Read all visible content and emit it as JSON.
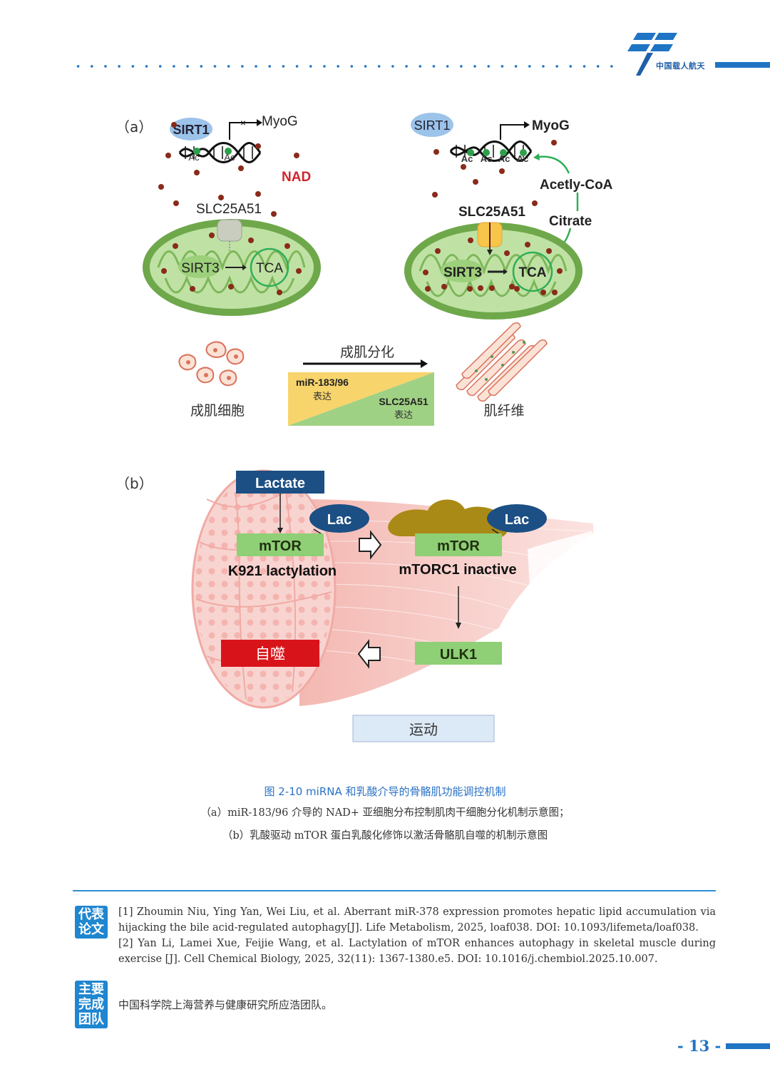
{
  "header": {
    "logo_text": "中国载人航天"
  },
  "figure": {
    "panel_a_label": "（a）",
    "panel_b_label": "（b）",
    "a_left": {
      "sirt1": "SIRT1",
      "myog": "MyoG",
      "ac1": "Ac",
      "ac2": "Ac",
      "nad": "NAD",
      "slc": "SLC25A51",
      "sirt3": "SIRT3",
      "tca": "TCA"
    },
    "a_right": {
      "sirt1": "SIRT1",
      "myog": "MyoG",
      "ac": [
        "Ac",
        "Ac",
        "Ac",
        "Ac"
      ],
      "acetyl": "Acetly-CoA",
      "citrate": "Citrate",
      "slc": "SLC25A51",
      "sirt3": "SIRT3",
      "tca": "TCA"
    },
    "a_bottom": {
      "myoblast": "成肌细胞",
      "differentiation": "成肌分化",
      "mir": "miR-183/96",
      "mir_expr": "表达",
      "slc": "SLC25A51",
      "slc_expr": "表达",
      "myofiber": "肌纤维"
    },
    "b": {
      "lactate": "Lactate",
      "lac1": "Lac",
      "lac2": "Lac",
      "mtor1": "mTOR",
      "mtor2": "mTOR",
      "k921": "K921 lactylation",
      "mtorc1": "mTORC1 inactive",
      "ulk1": "ULK1",
      "autophagy": "自噬",
      "exercise": "运动"
    }
  },
  "caption": {
    "title": "图 2-10 miRNA 和乳酸介导的骨骼肌功能调控机制",
    "line_a": "（a）miR-183/96 介导的 NAD+ 亚细胞分布控制肌肉干细胞分化机制示意图；",
    "line_b": "（b）乳酸驱动 mTOR 蛋白乳酸化修饰以激活骨骼肌自噬的机制示意图"
  },
  "papers": {
    "tag": "代表论文",
    "ref1": "[1] Zhoumin Niu, Ying Yan, Wei Liu, et al. Aberrant miR-378 expression promotes hepatic lipid accumulation via hijacking the bile acid-regulated autophagy[J]. Life Metabolism, 2025, loaf038. DOI: 10.1093/lifemeta/loaf038.",
    "ref2": "[2] Yan Li, Lamei Xue, Feijie Wang, et al. Lactylation of mTOR enhances autophagy in skeletal muscle during exercise [J]. Cell Chemical Biology, 2025, 32(11): 1367-1380.e5. DOI: 10.1016/j.chembiol.2025.10.007."
  },
  "team": {
    "tag": "主要完成团队",
    "text": "中国科学院上海营养与健康研究所应浩团队。"
  },
  "footer": {
    "page": "- 13 -"
  },
  "colors": {
    "accent": "#1f74c4",
    "mito_green": "#8cc063",
    "label_green": "#8fcf75",
    "lactate_blue": "#1c4f83",
    "autophagy_red": "#d8141a",
    "muscle_pink": "#f6c4c0"
  }
}
